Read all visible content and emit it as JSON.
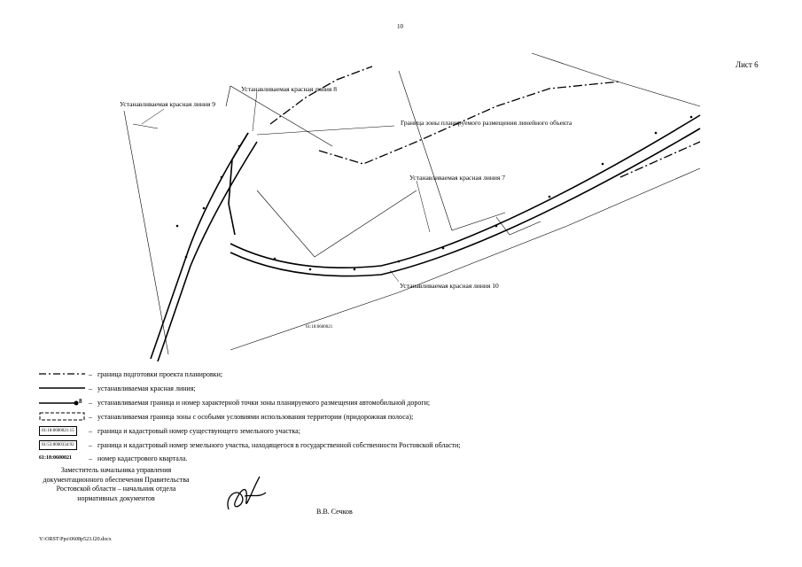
{
  "page_number": "10",
  "sheet_label": "Лист 6",
  "map_labels": {
    "red_line_9": "Устанавливаемая красная линия 9",
    "red_line_8": "Устанавливаемая красная линия 8",
    "zone_boundary": "Граница зоны планируемого размещения линейного объекта",
    "red_line_7": "Устанавливаемая красная линия 7",
    "red_line_10": "Устанавливаемая красная линия 10",
    "cadastral_block": "61:18:0600021"
  },
  "legend": [
    {
      "symbol": "dash-dot",
      "text": "граница подготовки проекта планировки;"
    },
    {
      "symbol": "solid",
      "text": "устанавливаемая красная линия;"
    },
    {
      "symbol": "point",
      "point_label": "8",
      "text": "устанавливаемая граница и номер характерной точки зоны планируемого размещения автомобильной дороги;"
    },
    {
      "symbol": "dashed-box",
      "text": "устанавливаемая граница зоны с особыми условиями использования территории (придорожная полоса);"
    },
    {
      "symbol": "parcel",
      "parcel_label": "61:18:0600021:15",
      "text": "граница и кадастровый номер существующего земельного участка;"
    },
    {
      "symbol": "parcel",
      "parcel_label": "61:53:0000334:92",
      "text": "граница и кадастровый номер земельного участка, находящегося в государственной собственности Ростовской области;"
    },
    {
      "symbol": "block",
      "block_label": "61:18:0600021",
      "text": "номер кадастрового квартала."
    }
  ],
  "signature": {
    "position": "Заместитель начальника управления документационного обеспечения Правительства Ростовской области – начальник отдела нормативных документов",
    "name": "В.В. Сечков"
  },
  "footer_path": "Y:\\ORST\\Ppo\\0608p523.f20.docx"
}
